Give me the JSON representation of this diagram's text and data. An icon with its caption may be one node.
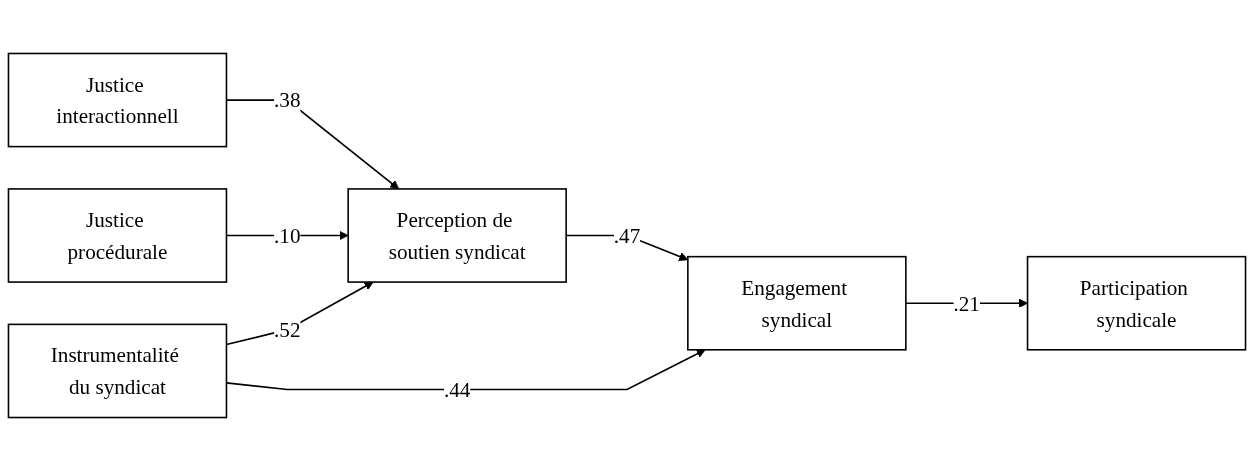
{
  "diagram": {
    "nodes": [
      {
        "text": [
          "Justice interactionnell"
        ]
      },
      {
        "text": [
          "Justice procédurale"
        ]
      },
      {
        "text": [
          "Perception de soutien syndicat"
        ]
      },
      {
        "text": [
          "Instrumentalité du syndicat"
        ]
      },
      {
        "text": [
          "Engagement syndical"
        ]
      },
      {
        "text": [
          "Participation syndicale"
        ]
      }
    ],
    "edges": [
      {
        "from": 0,
        "to": 2,
        "arrow": "to",
        "label": ".38"
      },
      {
        "from": 1,
        "to": 2,
        "arrow": "to",
        "label": ".10"
      },
      {
        "from": 3,
        "to": 2,
        "arrow": "to",
        "label": ".52"
      },
      {
        "from": 2,
        "to": 4,
        "arrow": "to",
        "label": ".47"
      },
      {
        "from": 3,
        "to": 4,
        "arrow": "to",
        "label": ".44"
      },
      {
        "from": 4,
        "to": 5,
        "arrow": "to",
        "label": ".21"
      }
    ]
  }
}
